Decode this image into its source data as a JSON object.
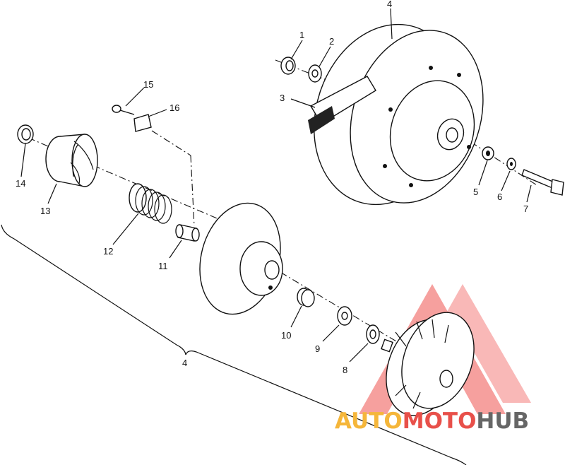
{
  "diagram": {
    "callouts": [
      {
        "id": "c1",
        "label": "1"
      },
      {
        "id": "c2",
        "label": "2"
      },
      {
        "id": "c3",
        "label": "3"
      },
      {
        "id": "c4top",
        "label": "4"
      },
      {
        "id": "c5",
        "label": "5"
      },
      {
        "id": "c6",
        "label": "6"
      },
      {
        "id": "c7",
        "label": "7"
      },
      {
        "id": "c8",
        "label": "8"
      },
      {
        "id": "c9",
        "label": "9"
      },
      {
        "id": "c10",
        "label": "10"
      },
      {
        "id": "c11",
        "label": "11"
      },
      {
        "id": "c12",
        "label": "12"
      },
      {
        "id": "c13",
        "label": "13"
      },
      {
        "id": "c14",
        "label": "14"
      },
      {
        "id": "c15",
        "label": "15"
      },
      {
        "id": "c16",
        "label": "16"
      },
      {
        "id": "c4bracket",
        "label": "4"
      }
    ]
  },
  "watermark": {
    "part1": "AUTO",
    "part2": "MOTO",
    "part3": "HUB",
    "colors": {
      "part1": "#f5b63a",
      "part2": "#e8504a",
      "part3": "#666666",
      "triangle": "#ef5350"
    }
  }
}
